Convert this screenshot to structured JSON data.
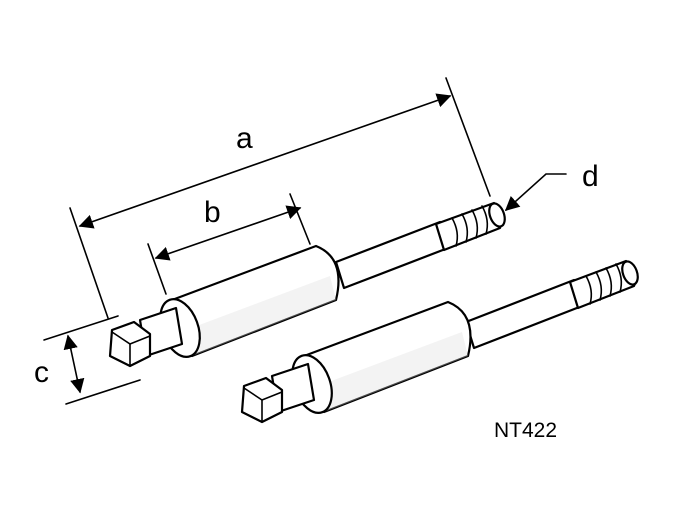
{
  "diagram": {
    "labels": {
      "a": "a",
      "b": "b",
      "c": "c",
      "d": "d"
    },
    "figure_code": "NT422"
  }
}
